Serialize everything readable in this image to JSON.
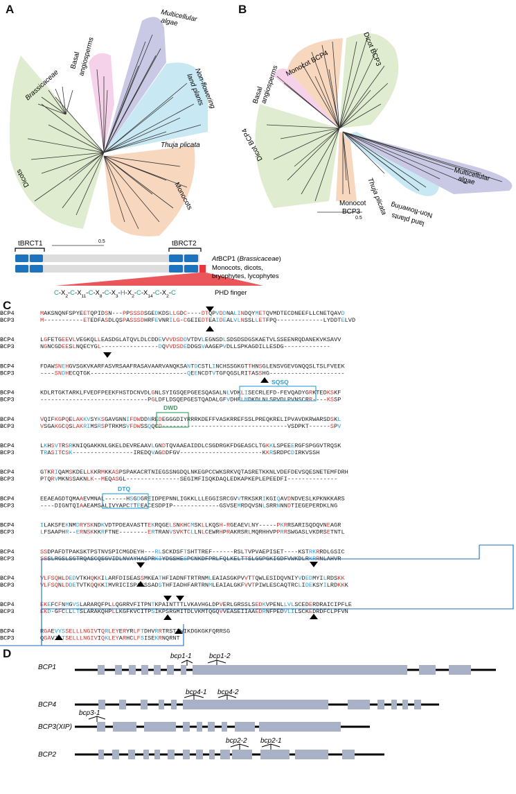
{
  "panels": {
    "a": "A",
    "b": "B",
    "c": "C",
    "d": "D"
  },
  "tree_a": {
    "labels": {
      "multicellular_algae": [
        "Multicellular",
        "algae"
      ],
      "basal": [
        "Basal",
        "angiosperms"
      ],
      "brassicaceae": "Brassicaceae",
      "non_flowering": [
        "Non-flowering",
        "land plants"
      ],
      "thuja": "Thuja plicata",
      "dicots": "Dicots",
      "monocots": "Monocots"
    },
    "scale": "0.5"
  },
  "tree_b": {
    "labels": {
      "monocot_bcp4": "Monocot BCP4",
      "dicot_bcp3": "Dicot BCP3",
      "basal": [
        "Basal",
        "angiosperms"
      ],
      "multicellular_algae": [
        "Multicellular",
        "algae"
      ],
      "dicot_bcp4": "Dicot BCP4",
      "monocot_bcp3": [
        "Monocot",
        "BCP3"
      ],
      "thuja": "Thuja plicata",
      "non_flowering": [
        "Non-flowering",
        "land plants"
      ]
    },
    "scale": "0.5"
  },
  "domain_diagram": {
    "tbrct1": "tBRCT1",
    "tbrct2": "tBRCT2",
    "row1_label_italic": "At",
    "row1_label": "BCP1 (",
    "row1_label_family": "Brassicaceae",
    "row1_label_end": ")",
    "row2_label": [
      "Monocots, dicots,",
      "bryophytes, lycophytes"
    ],
    "phd_motif": [
      "C",
      "-X",
      "2",
      "-",
      "C",
      "-X",
      "11",
      "-",
      "C",
      "-X",
      "8",
      "-",
      "C",
      "-X",
      "3",
      "-",
      "H",
      "-X",
      "2",
      "-",
      "C",
      "-X",
      "14",
      "-",
      "C",
      "-X",
      "2",
      "-",
      "C"
    ],
    "phd_label": "PHD finger"
  },
  "alignment": {
    "rows": [
      [
        "MAKSNQNFSPYEETQPIDSN---PPSSSDSGEDKDSLLGDC----DTQPVDDNALINDQYMETQVMDTECDNEEFLLCNETQAVD",
        "M-----------ETEDFASDLQSPASSSDHRFEVNRILG-CGEIEDTEAIDEALVLNSSLLETFPQ-------------LYDDTELVD"
      ],
      [
        "LGFETGEEVLVEGKQLLEASDGLATQVLDLCDDEVVVDSDDVTDVLEGNSDLSDSDSDGSKAETVLSSEENRQDANEKVKSAVV",
        "NGNCGDEESLNQECYGL----------------DQVVDSDEDDGSVAAGEPVDLLSPKAGDILLESDG-------------"
      ],
      [
        "FDAWSNEHGVSGKVKARFASVRSAAFRASAVAARVANQKSANTDCSTLINCHSSGKGTTHNSGLENSVGEVGNQQSLTSLFVEEK",
        "----SNDHECQTGK---------------------------QEENCDTVTGFQGSLRITASSHG---------------------"
      ],
      [
        "KDLRTGKTARKLFVEDFPEEKFHSTDCNVDLGNLSYIGSQEPGEESQASALNLVDKLISECRLEFD-FEVQADYGRKTEDKSKF",
        "------------------------------PGLDFLDSQEPGESTQADALGFVDHFLMDKDLNLSPVDLPVNSCRR----KSSP"
      ],
      [
        "VQIFKGPQELAKKVSYKSGAVGNNIFDWDDNREDEGGGDIYRRRKDEFFVASKRREFSSLPREQKRELIPVAVDKRWARSDSKL",
        "VSGAKGCQSLAKRIMSRSPTRKMSVFDWSSQQCD-----------------------------------VSDPKT------SPV"
      ],
      [
        "LKHSVTRSRKNIQGAKKNLGKELDEVREAAVLGNDTQVAAEAIDDLCSGDRGKFDGEASCLTGKKLSPEEERGFSPGGVTRQSK",
        "TRASITCSK-----------------IREDQVAGDDFGV-----------------------KKRSRDPCDIRKVSSH"
      ],
      [
        "GTKRIQAMSKDELLKKRMKKASPSPAKACRTNIEGSSNGDQLNKEGPCCWKSRKVQTASRETKKNLVDEFDEVSQESNETEMFDRH",
        "PTQRVMKNSSAKNLK--MEQASGL---------------SEGIMFISQKDAQLEDKAPKEPLEPEEDFI--------------"
      ],
      [
        "EEAEAGDTQMAAEVMNAL------HSGDGREIDPEPNNLIGKKLLLEGGISRCGVVTRKSKRIKGIQAVDNDVESLKPKNKKARS",
        "----DIGNTQIAAEAMSALIVYAPCTTEEACESDPIP-------------GSVSEMRDQVSNLSRRNNNDTIEGEPERDKLNG"
      ],
      [
        "ILAKSFEKNMDRYSKNDKVDTPDEAVASTTEKRQGELSNKHCMSKLLKQSH-RGEAEVLNY-----PKRRSARISQDQVNEAGR",
        "LFSAAPHR--ERNSKKKRFTNE--------ERTRANVSVKTCLLNLCEWRHPRAKRSRLMQRHHVPPRRSWGASLVKDRSETNTL"
      ],
      [
        "SSDPAFDTPAKSKTPSTNVSPICMGDEYH---RLSCKDSFTSHTTREF------RSLTVPVAEPISET----KSTRKRRDLGSIC",
        "SSSLRGSLSGTRQASCQSGVIDLNVAYHASPRKIYDGSHESPCNKDFPRLFQLKELTTSLGGPGKIGDFVWKDLRKRRNLAHVR"
      ],
      [
        "VLFSQHLDEDVTKHQKKILARFDISEASSMKEATHFIADNFTRTRNMLEAIASGKPVVTTQWLESIDQVNIYVDEDMYILRDSKK",
        "VLFSQNLDDETVTKQQKKIMVRICISPASSSADSTHFIADHFARTRNMLEAIALGKFVVTPIWLESCAQTRCLIDEKSYILRDKKK"
      ],
      [
        "EKEFCFNMGVSLARARQFPLLQGRRVFITPNTKPAINTTTLVKAVHGLDPVERLGRSSLSEDKVPENLLVLSCEDERDRAICIPFLE",
        "EKD-GFCLLLTSLARAKQHPLLKGFKVCITPSIKPSRGMITDLVKMTQGQVVEASEIIAAEDRNFPEDVLILSCKEDRDFCLPFVN"
      ],
      [
        "RGAEVYSSELLLNGIVTQRLEYERYRLFTDHVRRTRSTIWIKDGKGKFQRRSG",
        "QGAVIFTSELLLNGIVIQKLEYARHCLFSISEKRNQRNT"
      ]
    ],
    "labels": {
      "top": "BCP4",
      "bottom": "BCP3"
    },
    "motifs": {
      "sqsq": "SQSQ",
      "dwd": "DWD",
      "dtq": "DTQ"
    }
  },
  "genes": {
    "rows": [
      {
        "name": "BCP1",
        "insertions": [
          "bcp1-1",
          "bcp1-2"
        ]
      },
      {
        "name": "BCP4",
        "insertions": [
          "bcp4-1",
          "bcp4-2"
        ]
      },
      {
        "name": "BCP3(XIP)",
        "insertions": [
          "bcp3-1"
        ]
      },
      {
        "name": "BCP2",
        "insertions": [
          "bcp2-2",
          "bcp2-1"
        ]
      }
    ]
  },
  "colors": {
    "algae": "#c9c9e6",
    "basal": "#f5d2ea",
    "non_flowering": "#c8e8f3",
    "dicots": "#dfeccf",
    "monocots": "#f8d7bf",
    "brct": "#1e73be",
    "phd": "#e8383d",
    "identical": "#d2302a",
    "similar": "#2a9ed6",
    "motif_blue": "#2a9ed6",
    "motif_green": "#2fa05a",
    "region_box": "#1b6fc2",
    "exon": "#a9b1c7"
  }
}
